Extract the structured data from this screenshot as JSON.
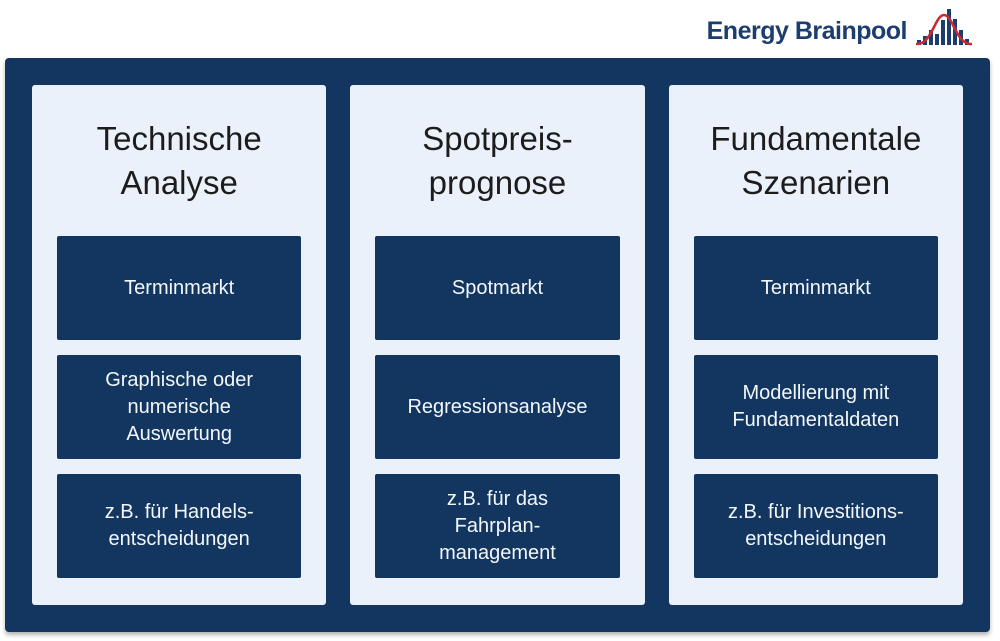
{
  "logo": {
    "text": "Energy Brainpool",
    "icon": "bar-chart-bell-curve-icon"
  },
  "colors": {
    "frame_navy": "#12365f",
    "panel_background": "#eaf1fa",
    "heading_text": "#1c1c1c",
    "box_text": "#f3f7fb",
    "logo_navy": "#1c3e6e",
    "logo_red": "#c92b31"
  },
  "columns": [
    {
      "title": "Technische\nAnalyse",
      "boxes": [
        "Terminmarkt",
        "Graphische oder\nnumerische\nAuswertung",
        "z.B. für Handels-\nentscheidungen"
      ]
    },
    {
      "title": "Spotpreis-\nprognose",
      "boxes": [
        "Spotmarkt",
        "Regressionsanalyse",
        "z.B. für das\nFahrplan-\nmanagement"
      ]
    },
    {
      "title": "Fundamentale\nSzenarien",
      "boxes": [
        "Terminmarkt",
        "Modellierung mit\nFundamentaldaten",
        "z.B. für Investitions-\nentscheidungen"
      ]
    }
  ]
}
